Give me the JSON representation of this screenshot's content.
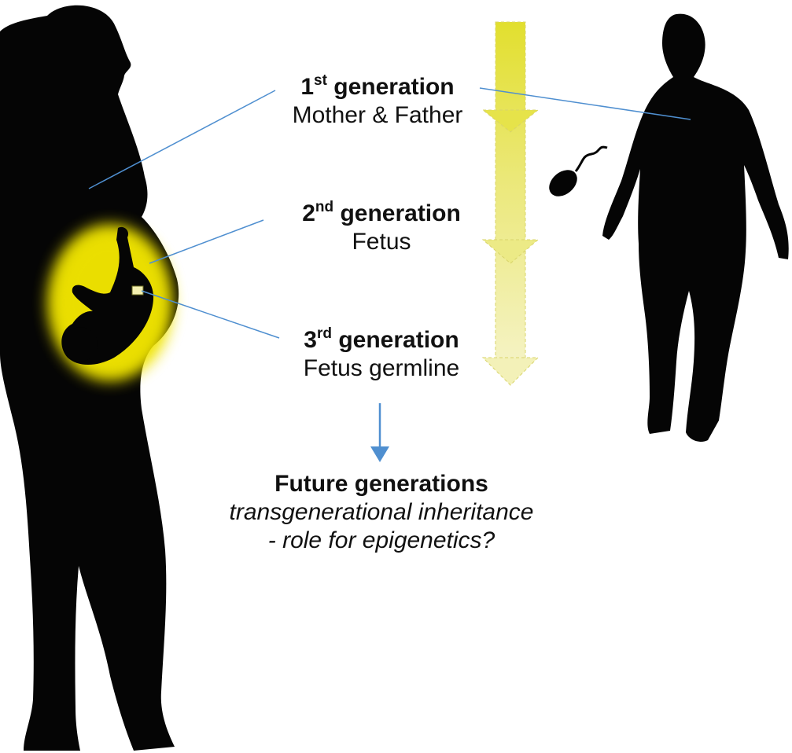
{
  "colors": {
    "silhouette": "#050505",
    "glow": "#f0e400",
    "arrow_strong": "#e3e03a",
    "arrow_mid": "#ebe878",
    "arrow_light": "#f4f2bd",
    "connector": "#4f8fd0",
    "text": "#111111"
  },
  "icons": [
    "pregnant-woman-silhouette",
    "fetus-silhouette",
    "man-silhouette",
    "sperm-icon",
    "germ-cell-icon"
  ],
  "generations": [
    {
      "number": "1",
      "suffix": "st",
      "label": "generation",
      "subtitle": "Mother & Father"
    },
    {
      "number": "2",
      "suffix": "nd",
      "label": "generation",
      "subtitle": "Fetus"
    },
    {
      "number": "3",
      "suffix": "rd",
      "label": "generation",
      "subtitle": "Fetus germline"
    }
  ],
  "future": {
    "title": "Future generations",
    "line1": "transgenerational inheritance",
    "line2": "- role for epigenetics?"
  }
}
